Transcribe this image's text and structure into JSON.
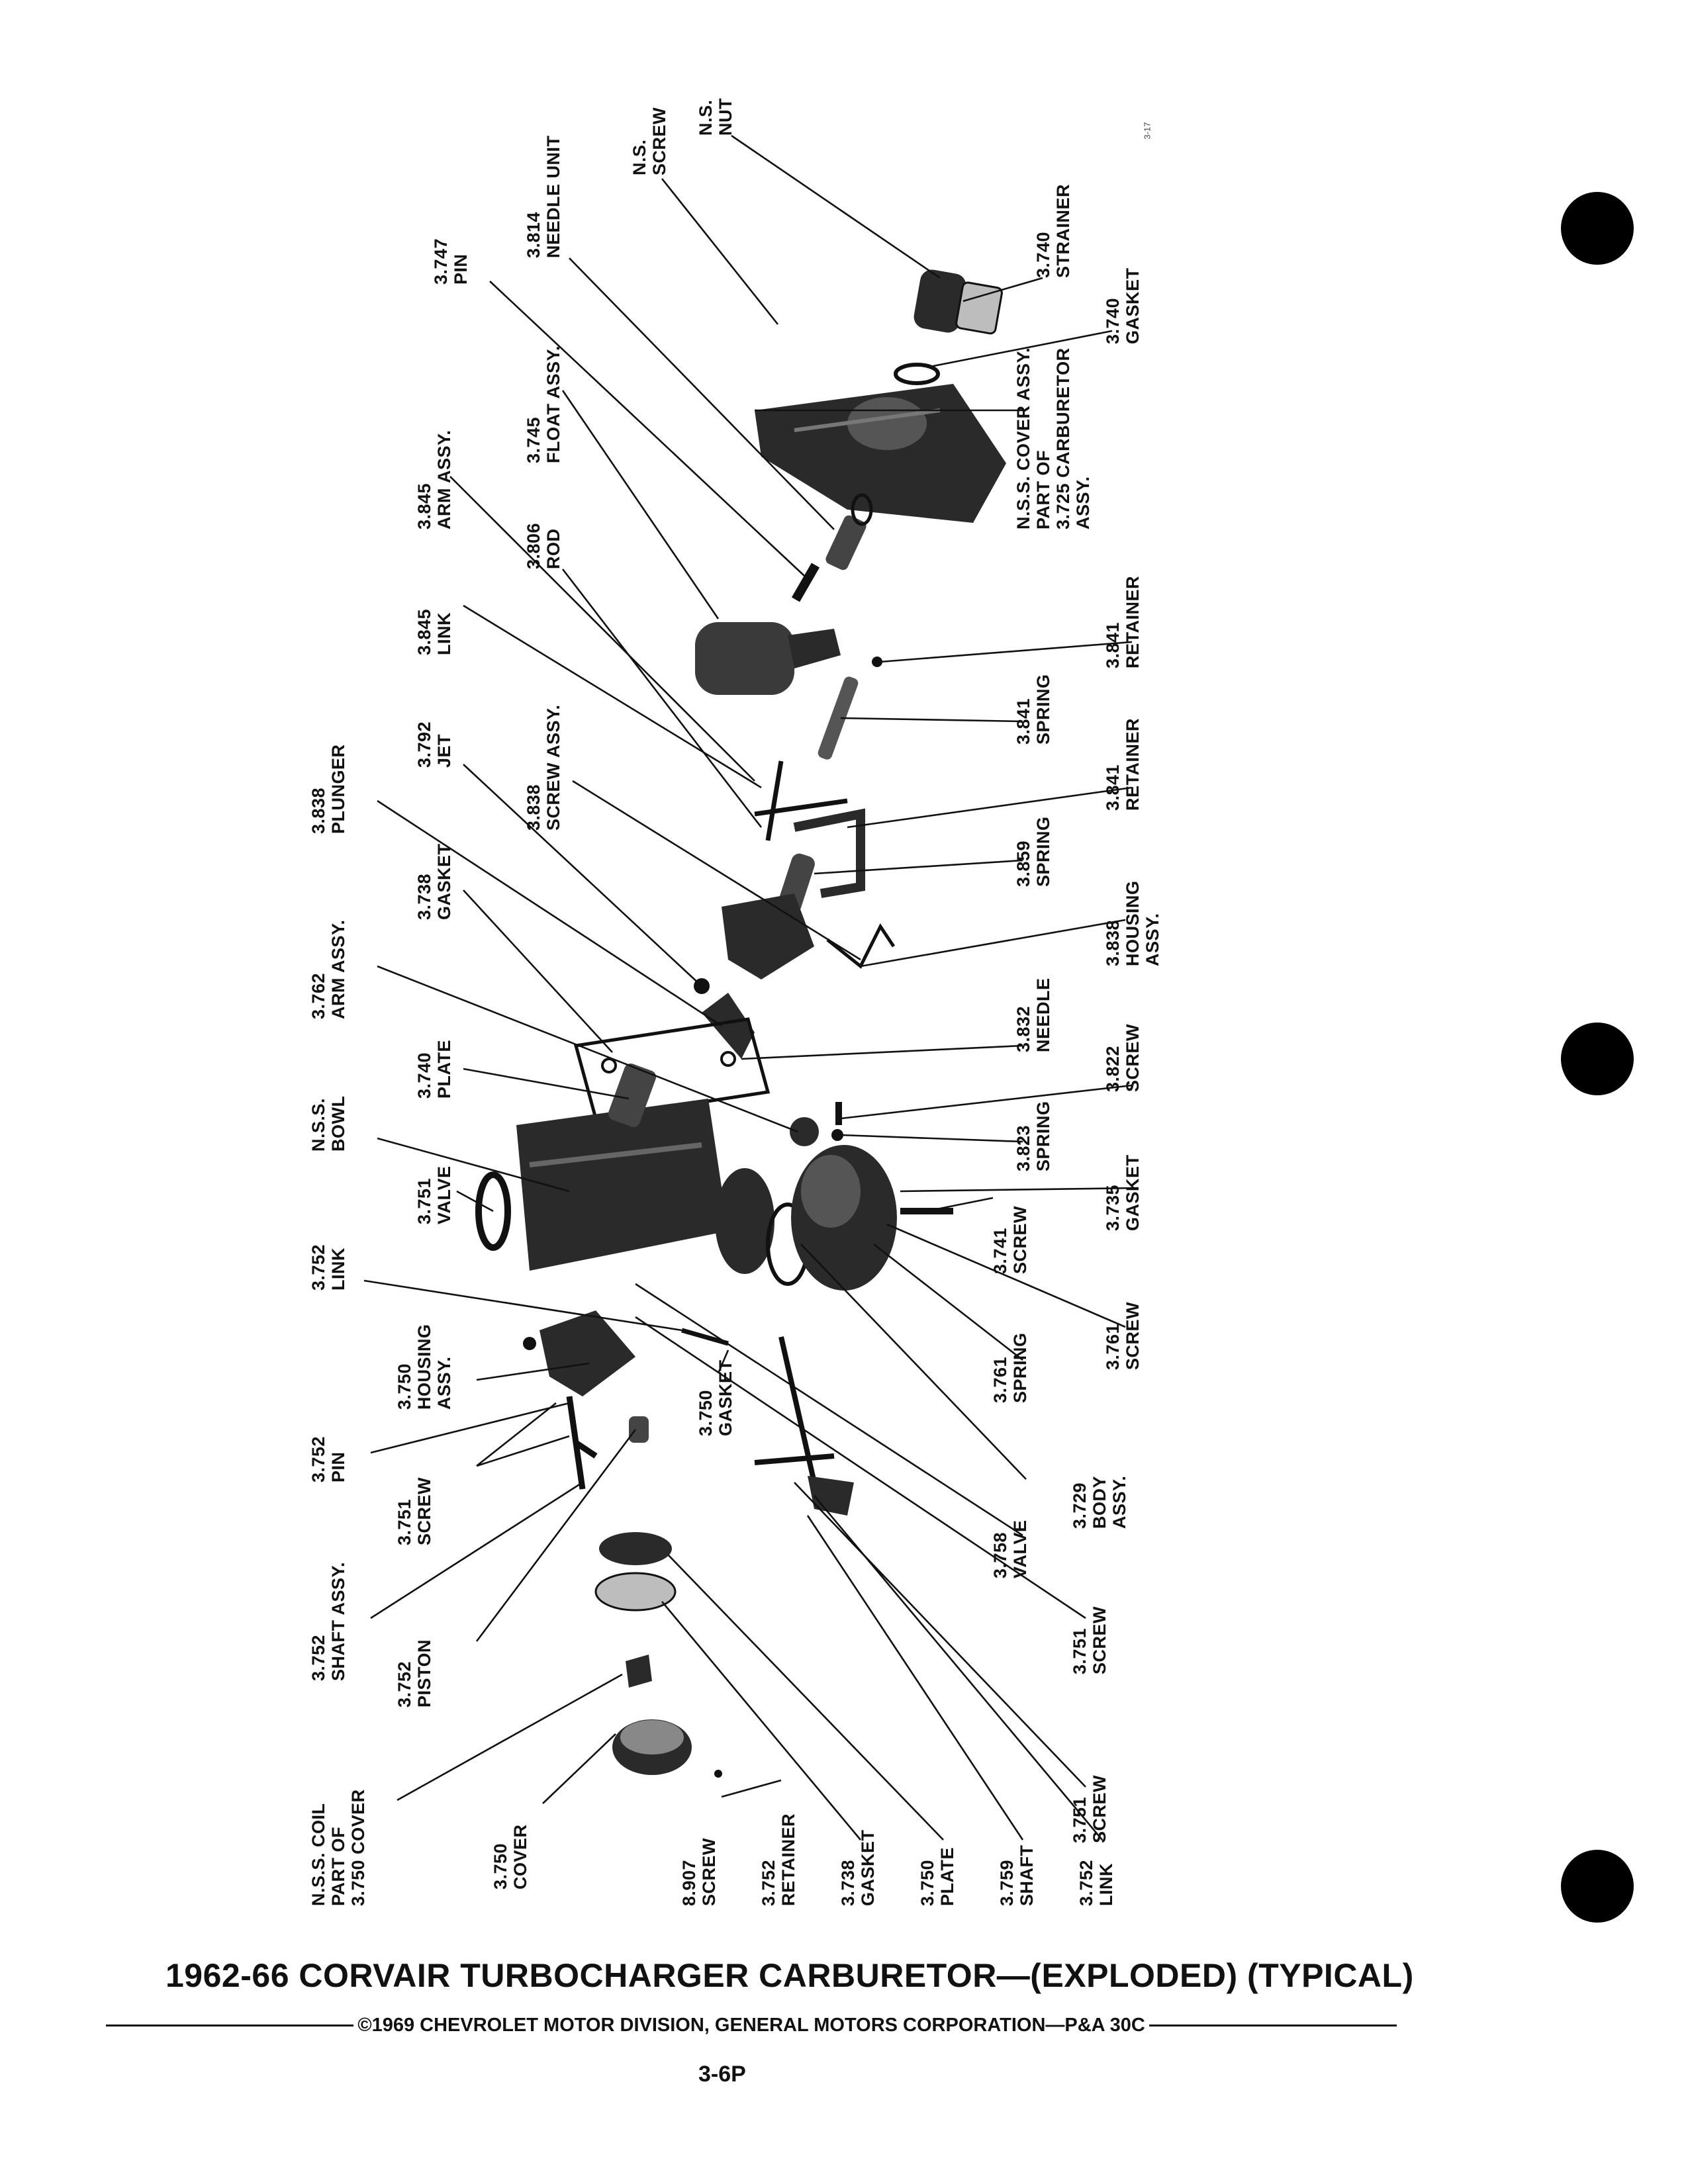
{
  "header": {
    "page_id": "3-17"
  },
  "callouts": [
    {
      "id": "c1",
      "number": "3.747",
      "name": "PIN"
    },
    {
      "id": "c2",
      "number": "3.814",
      "name": "NEEDLE UNIT"
    },
    {
      "id": "c3",
      "number": "N.S.",
      "name": "SCREW"
    },
    {
      "id": "c4",
      "number": "N.S.",
      "name": "NUT"
    },
    {
      "id": "c5",
      "number": "3.740",
      "name": "STRAINER"
    },
    {
      "id": "c6",
      "number": "3.740",
      "name": "GASKET"
    },
    {
      "id": "c7",
      "number": "3.745",
      "name": "FLOAT ASSY."
    },
    {
      "id": "c8",
      "number": "3.845",
      "name": "ARM ASSY."
    },
    {
      "id": "c9",
      "number": "3.806",
      "name": "ROD"
    },
    {
      "id": "c10",
      "number": "3.845",
      "name": "LINK"
    },
    {
      "id": "c11",
      "number": "N.S.S. COVER ASSY.",
      "name": "PART OF",
      "extra": "3.725 CARBURETOR",
      "extra2": "ASSY."
    },
    {
      "id": "c12",
      "number": "3.841",
      "name": "RETAINER"
    },
    {
      "id": "c13",
      "number": "3.841",
      "name": "SPRING"
    },
    {
      "id": "c14",
      "number": "3.792",
      "name": "JET"
    },
    {
      "id": "c15",
      "number": "3.838",
      "name": "SCREW ASSY."
    },
    {
      "id": "c16",
      "number": "3.841",
      "name": "RETAINER"
    },
    {
      "id": "c17",
      "number": "3.859",
      "name": "SPRING"
    },
    {
      "id": "c18",
      "number": "3.838",
      "name": "PLUNGER"
    },
    {
      "id": "c19",
      "number": "3.738",
      "name": "GASKET"
    },
    {
      "id": "c20",
      "number": "3.838",
      "name": "HOUSING",
      "extra": "ASSY."
    },
    {
      "id": "c21",
      "number": "3.762",
      "name": "ARM ASSY."
    },
    {
      "id": "c22",
      "number": "3.832",
      "name": "NEEDLE"
    },
    {
      "id": "c23",
      "number": "3.740",
      "name": "PLATE"
    },
    {
      "id": "c24",
      "number": "N.S.S.",
      "name": "BOWL"
    },
    {
      "id": "c25",
      "number": "3.822",
      "name": "SCREW"
    },
    {
      "id": "c26",
      "number": "3.823",
      "name": "SPRING"
    },
    {
      "id": "c27",
      "number": "3.751",
      "name": "VALVE"
    },
    {
      "id": "c28",
      "number": "3.735",
      "name": "GASKET"
    },
    {
      "id": "c29",
      "number": "3.741",
      "name": "SCREW"
    },
    {
      "id": "c30",
      "number": "3.752",
      "name": "LINK"
    },
    {
      "id": "c31",
      "number": "3.761",
      "name": "SCREW"
    },
    {
      "id": "c32",
      "number": "3.750",
      "name": "HOUSING",
      "extra": "ASSY."
    },
    {
      "id": "c33",
      "number": "3.750",
      "name": "GASKET"
    },
    {
      "id": "c34",
      "number": "3.761",
      "name": "SPRING"
    },
    {
      "id": "c35",
      "number": "3.752",
      "name": "PIN"
    },
    {
      "id": "c36",
      "number": "3.751",
      "name": "SCREW"
    },
    {
      "id": "c37",
      "number": "3.729",
      "name": "BODY",
      "extra": "ASSY."
    },
    {
      "id": "c38",
      "number": "3.758",
      "name": "VALVE"
    },
    {
      "id": "c39",
      "number": "3.752",
      "name": "SHAFT ASSY."
    },
    {
      "id": "c40",
      "number": "3.752",
      "name": "PISTON"
    },
    {
      "id": "c41",
      "number": "3.751",
      "name": "SCREW"
    },
    {
      "id": "c42",
      "number": "3.751",
      "name": "SCREW"
    },
    {
      "id": "c43",
      "number": "N.S.S. COIL",
      "name": "PART OF",
      "extra": "3.750 COVER"
    },
    {
      "id": "c44",
      "number": "3.750",
      "name": "COVER"
    },
    {
      "id": "c45",
      "number": "8.907",
      "name": "SCREW"
    },
    {
      "id": "c46",
      "number": "3.752",
      "name": "RETAINER"
    },
    {
      "id": "c47",
      "number": "3.738",
      "name": "GASKET"
    },
    {
      "id": "c48",
      "number": "3.750",
      "name": "PLATE"
    },
    {
      "id": "c49",
      "number": "3.759",
      "name": "SHAFT"
    },
    {
      "id": "c50",
      "number": "3.752",
      "name": "LINK"
    }
  ],
  "footer": {
    "title": "1962-66 CORVAIR TURBOCHARGER CARBURETOR—(EXPLODED) (TYPICAL)",
    "copyright": "©1969 CHEVROLET MOTOR DIVISION, GENERAL MOTORS CORPORATION—P&A 30C",
    "page_number": "3-6P"
  },
  "colors": {
    "ink": "#111111",
    "paper": "#ffffff",
    "part_fill": "#2a2a2a",
    "part_light": "#bdbdbd"
  }
}
